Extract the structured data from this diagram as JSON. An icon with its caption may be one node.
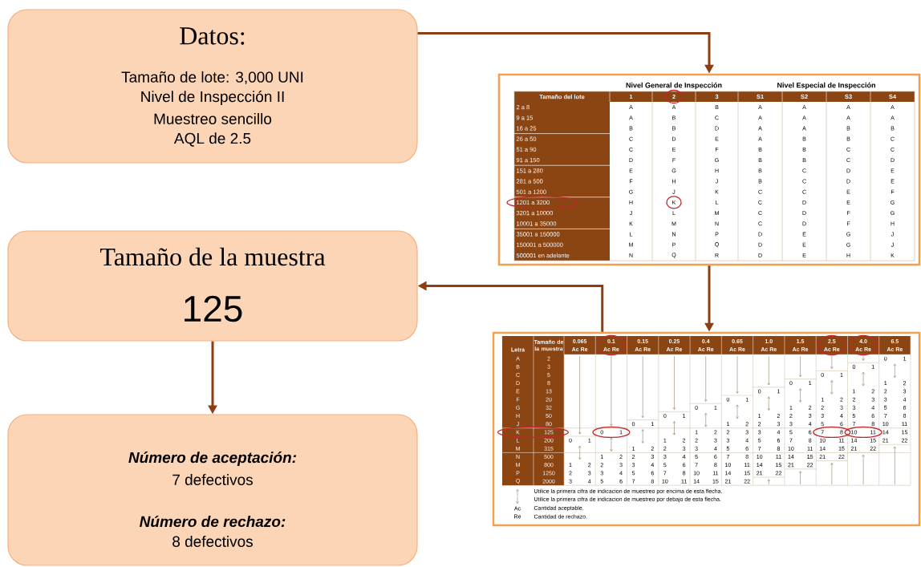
{
  "diagram": {
    "nodes": [
      {
        "text": [
          "Datos:",
          "Tamaño de lote: 3,000 UNI",
          "Nivel de Inspección II",
          "Muestreo sencillo",
          "AQL de 2.5"
        ]
      },
      {
        "text": [
          "Nivel General de Inspección",
          "Nivel Especial de Inspección",
          "Tamaño del lote",
          "1",
          "2",
          "3",
          "S1",
          "S2",
          "S3",
          "S4",
          "2 a 8",
          "A",
          "A",
          "B",
          "A",
          "A",
          "A",
          "A",
          "9 a 15",
          "A",
          "B",
          "C",
          "A",
          "A",
          "A",
          "A",
          "16 a 25",
          "B",
          "B",
          "D",
          "A",
          "A",
          "B",
          "B",
          "26 a 50",
          "C",
          "D",
          "E",
          "A",
          "B",
          "B",
          "C",
          "51 a 90",
          "C",
          "E",
          "F",
          "B",
          "B",
          "C",
          "C",
          "91 a 150",
          "D",
          "F",
          "G",
          "B",
          "B",
          "C",
          "D",
          "151 a 280",
          "E",
          "G",
          "H",
          "B",
          "C",
          "D",
          "E",
          "281 a 500",
          "F",
          "H",
          "J",
          "B",
          "C",
          "D",
          "E",
          "501 a 1200",
          "G",
          "J",
          "K",
          "C",
          "C",
          "E",
          "F",
          "1201 a 3200",
          "H",
          "K",
          "L",
          "C",
          "D",
          "E",
          "G",
          "3201 a 10000",
          "J",
          "L",
          "M",
          "C",
          "D",
          "F",
          "G",
          "10001 a 35000",
          "K",
          "M",
          "N",
          "C",
          "D",
          "F",
          "H",
          "35001 a 150000",
          "L",
          "N",
          "P",
          "D",
          "E",
          "G",
          "J",
          "150001 a 500000",
          "M",
          "P",
          "Q",
          "D",
          "E",
          "G",
          "J",
          "500001 en adelante",
          "N",
          "Q",
          "R",
          "D",
          "E",
          "H",
          "K"
        ]
      },
      {
        "text": [
          "Tamaño de la muestra",
          "125"
        ]
      },
      {
        "text": [
          "Letra",
          "Tamaño de la muestra",
          "0.065",
          "Ac Re",
          "0.1",
          "Ac Re",
          "0.15",
          "Ac Re",
          "0.25",
          "Ac Re",
          "0.4",
          "Ac Re",
          "0.65",
          "Ac Re",
          "1.0",
          "Ac Re",
          "1.5",
          "Ac Re",
          "2.5",
          "Ac Re",
          "4.0",
          "Ac Re",
          "6.5",
          "Ac Re",
          "A",
          "2",
          "0",
          "1",
          "B",
          "3",
          "0",
          "1",
          "C",
          "5",
          "0",
          "1",
          "D",
          "8",
          "0",
          "1",
          "1",
          "2",
          "E",
          "13",
          "0",
          "1",
          "1",
          "2",
          "2",
          "3",
          "F",
          "20",
          "0",
          "1",
          "1",
          "2",
          "2",
          "3",
          "3",
          "4",
          "G",
          "32",
          "0",
          "1",
          "1",
          "2",
          "2",
          "3",
          "3",
          "4",
          "5",
          "6",
          "H",
          "50",
          "0",
          "1",
          "1",
          "2",
          "2",
          "3",
          "3",
          "4",
          "5",
          "6",
          "7",
          "8",
          "J",
          "80",
          "0",
          "1",
          "1",
          "2",
          "2",
          "3",
          "3",
          "4",
          "5",
          "6",
          "7",
          "8",
          "10",
          "11",
          "K",
          "125",
          "0",
          "1",
          "1",
          "2",
          "2",
          "3",
          "3",
          "4",
          "5",
          "6",
          "7",
          "8",
          "10",
          "11",
          "14",
          "15",
          "L",
          "200",
          "0",
          "1",
          "1",
          "2",
          "2",
          "3",
          "3",
          "4",
          "5",
          "6",
          "7",
          "8",
          "10",
          "11",
          "14",
          "15",
          "21",
          "22",
          "M",
          "315",
          "1",
          "2",
          "2",
          "3",
          "3",
          "4",
          "5",
          "6",
          "7",
          "8",
          "10",
          "11",
          "14",
          "15",
          "21",
          "22",
          "N",
          "500",
          "1",
          "2",
          "2",
          "3",
          "3",
          "4",
          "5",
          "6",
          "7",
          "8",
          "10",
          "11",
          "14",
          "15",
          "21",
          "22",
          "M",
          "800",
          "1",
          "2",
          "2",
          "3",
          "3",
          "4",
          "5",
          "6",
          "7",
          "8",
          "10",
          "11",
          "14",
          "15",
          "21",
          "22",
          "P",
          "1250",
          "2",
          "3",
          "3",
          "4",
          "5",
          "6",
          "7",
          "8",
          "10",
          "11",
          "14",
          "15",
          "21",
          "22",
          "Q",
          "2000",
          "3",
          "4",
          "5",
          "6",
          "7",
          "8",
          "10",
          "11",
          "14",
          "15",
          "21",
          "22",
          "Utilice la primera cifra de indicacion de muestreo por encima de esta flecha.",
          "Utilice la primera cifra de indicacion de muestreo por debajo de esta flecha.",
          "Ac",
          "Cantidad aceptable.",
          "Re",
          "Cantidad de rechazo."
        ]
      },
      {
        "text": [
          "Número de aceptación:",
          "7 defectivos",
          "Número de rechazo:",
          "8 defectivos"
        ]
      }
    ],
    "edges": [
      {
        "from": 0,
        "to": 1,
        "arrow": "to"
      },
      {
        "from": 1,
        "to": 3,
        "arrow": "to"
      },
      {
        "from": 3,
        "to": 2,
        "arrow": "to"
      },
      {
        "from": 2,
        "to": 4,
        "arrow": "to"
      }
    ]
  }
}
